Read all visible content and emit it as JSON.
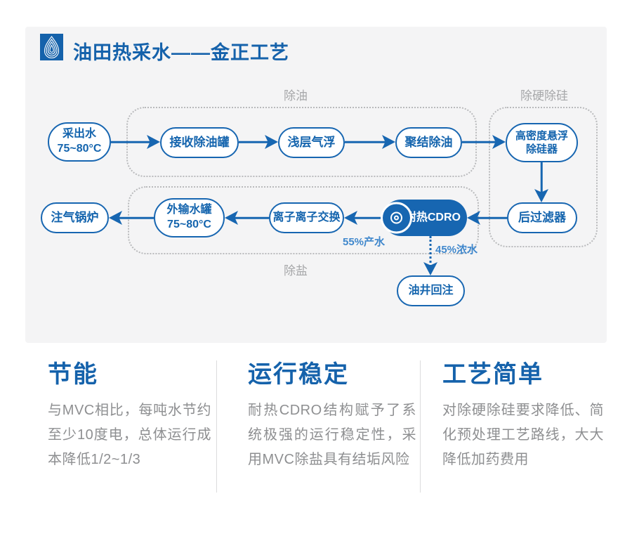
{
  "header": {
    "title": "油田热采水——金正工艺"
  },
  "diagram": {
    "groups": {
      "oil_removal": {
        "label": "除油"
      },
      "hard_silica": {
        "label": "除硬除硅"
      },
      "desalination": {
        "label": "除盐"
      }
    },
    "nodes": {
      "produced_water": {
        "line1": "采出水",
        "line2": "75~80°C"
      },
      "receiving_tank": {
        "label": "接收除油罐"
      },
      "shallow_flot": {
        "label": "浅层气浮"
      },
      "coalescing": {
        "label": "聚结除油"
      },
      "silica_remover": {
        "line1": "高密度悬浮",
        "line2": "除硅器"
      },
      "post_filter": {
        "label": "后过滤器"
      },
      "cdro": {
        "label": "耐热CDRO",
        "icon": "ring-target-icon"
      },
      "ion_exchange": {
        "label": "离子离子交换"
      },
      "export_tank": {
        "line1": "外输水罐",
        "line2": "75~80°C"
      },
      "boiler": {
        "label": "注气锅炉"
      },
      "well_reinjection": {
        "label": "油井回注"
      }
    },
    "flow_labels": {
      "product_water": "55%产水",
      "concentrate": "45%浓水"
    }
  },
  "features": [
    {
      "title": "节能",
      "body": "与MVC相比，每吨水节约至少10度电，总体运行成本降低1/2~1/3"
    },
    {
      "title": "运行稳定",
      "body": "耐热CDRO结构赋予了系统极强的运行稳定性，采用MVC除盐具有结垢风险"
    },
    {
      "title": "工艺简单",
      "body": "对除硬除硅要求降低、简化预处理工艺路线，大大降低加药费用"
    }
  ],
  "colors": {
    "primary_blue": "#1766b1",
    "title_blue": "#1562ab",
    "light_blue": "#3f87cc",
    "panel_bg": "#f4f4f5",
    "gray_label": "#a6a7a9",
    "body_gray": "#8e8f91"
  }
}
